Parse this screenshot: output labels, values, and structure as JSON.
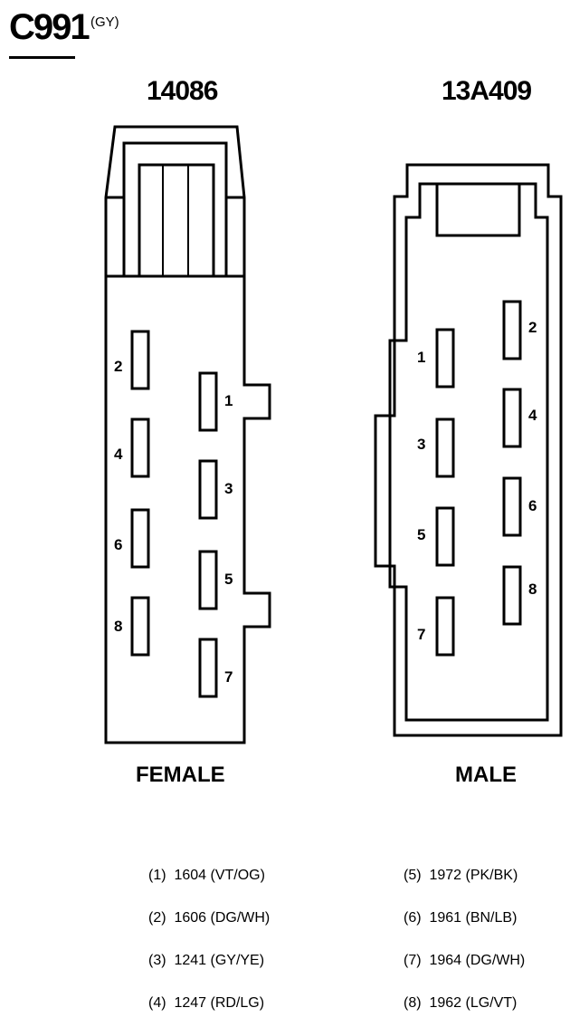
{
  "connector": {
    "id": "C991",
    "color_code": "(GY)"
  },
  "female": {
    "part_number": "14086",
    "label": "FEMALE",
    "pins": [
      "2",
      "4",
      "6",
      "8",
      "1",
      "3",
      "5",
      "7"
    ]
  },
  "male": {
    "part_number": "13A409",
    "label": "MALE",
    "pins": [
      "1",
      "3",
      "5",
      "7",
      "2",
      "4",
      "6",
      "8"
    ]
  },
  "circuits": [
    {
      "pin": "(1)",
      "text": "1604 (VT/OG)"
    },
    {
      "pin": "(2)",
      "text": "1606 (DG/WH)"
    },
    {
      "pin": "(3)",
      "text": "1241 (GY/YE)"
    },
    {
      "pin": "(4)",
      "text": "1247 (RD/LG)"
    },
    {
      "pin": "(5)",
      "text": "1972 (PK/BK)"
    },
    {
      "pin": "(6)",
      "text": "1961 (BN/LB)"
    },
    {
      "pin": "(7)",
      "text": "1964 (DG/WH)"
    },
    {
      "pin": "(8)",
      "text": "1962 (LG/VT)"
    }
  ]
}
